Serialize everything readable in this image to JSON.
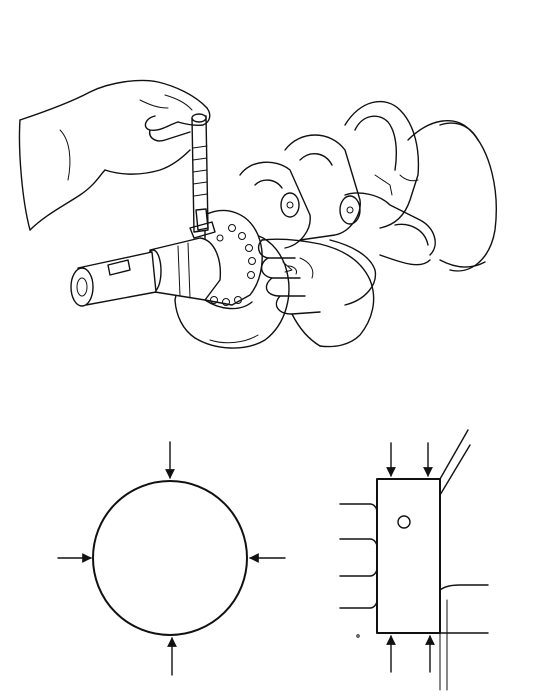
{
  "figure": {
    "panels": [
      {
        "id": "crankshaft-measurement",
        "description_icon": "micrometer-measuring-crankshaft-journal"
      },
      {
        "id": "journal-cross-section",
        "arrow_directions": [
          "down",
          "up",
          "right",
          "left"
        ]
      },
      {
        "id": "journal-side-view",
        "arrow_directions": [
          "down",
          "down",
          "up",
          "up"
        ]
      }
    ],
    "colors": {
      "line": "#111111",
      "background": "#ffffff"
    }
  }
}
